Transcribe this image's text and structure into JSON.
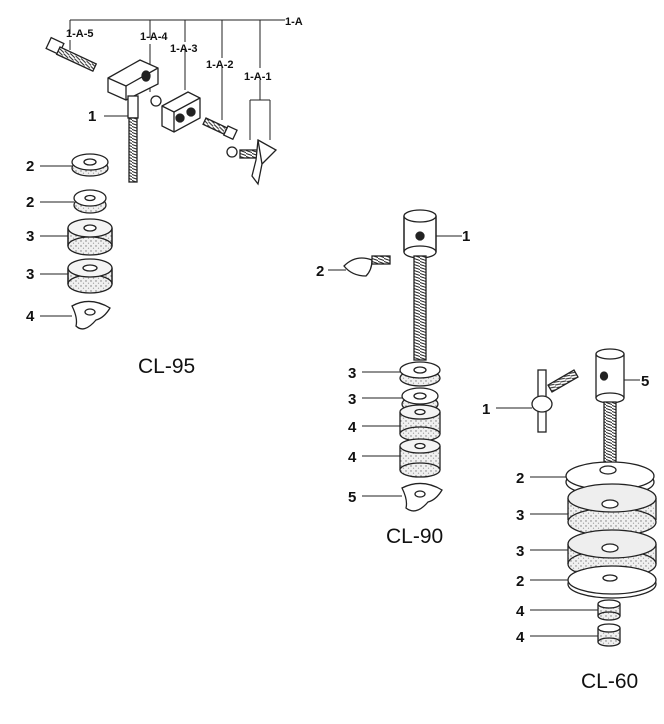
{
  "diagram": {
    "background_color": "#ffffff",
    "ink_color": "#222222",
    "shading_color": "#d4d4d4",
    "assemblies": [
      {
        "model": "CL-95",
        "callouts": {
          "a": "1-A",
          "a1": "1-A-1",
          "a2": "1-A-2",
          "a3": "1-A-3",
          "a4": "1-A-4",
          "a5": "1-A-5",
          "p1": "1",
          "p2a": "2",
          "p2b": "2",
          "p3a": "3",
          "p3b": "3",
          "p4": "4"
        }
      },
      {
        "model": "CL-90",
        "callouts": {
          "p1": "1",
          "p2": "2",
          "p3a": "3",
          "p3b": "3",
          "p4a": "4",
          "p4b": "4",
          "p5": "5"
        }
      },
      {
        "model": "CL-60",
        "callouts": {
          "p1": "1",
          "p5": "5",
          "p2a": "2",
          "p3a": "3",
          "p3b": "3",
          "p2b": "2",
          "p4a": "4",
          "p4b": "4"
        }
      }
    ]
  }
}
